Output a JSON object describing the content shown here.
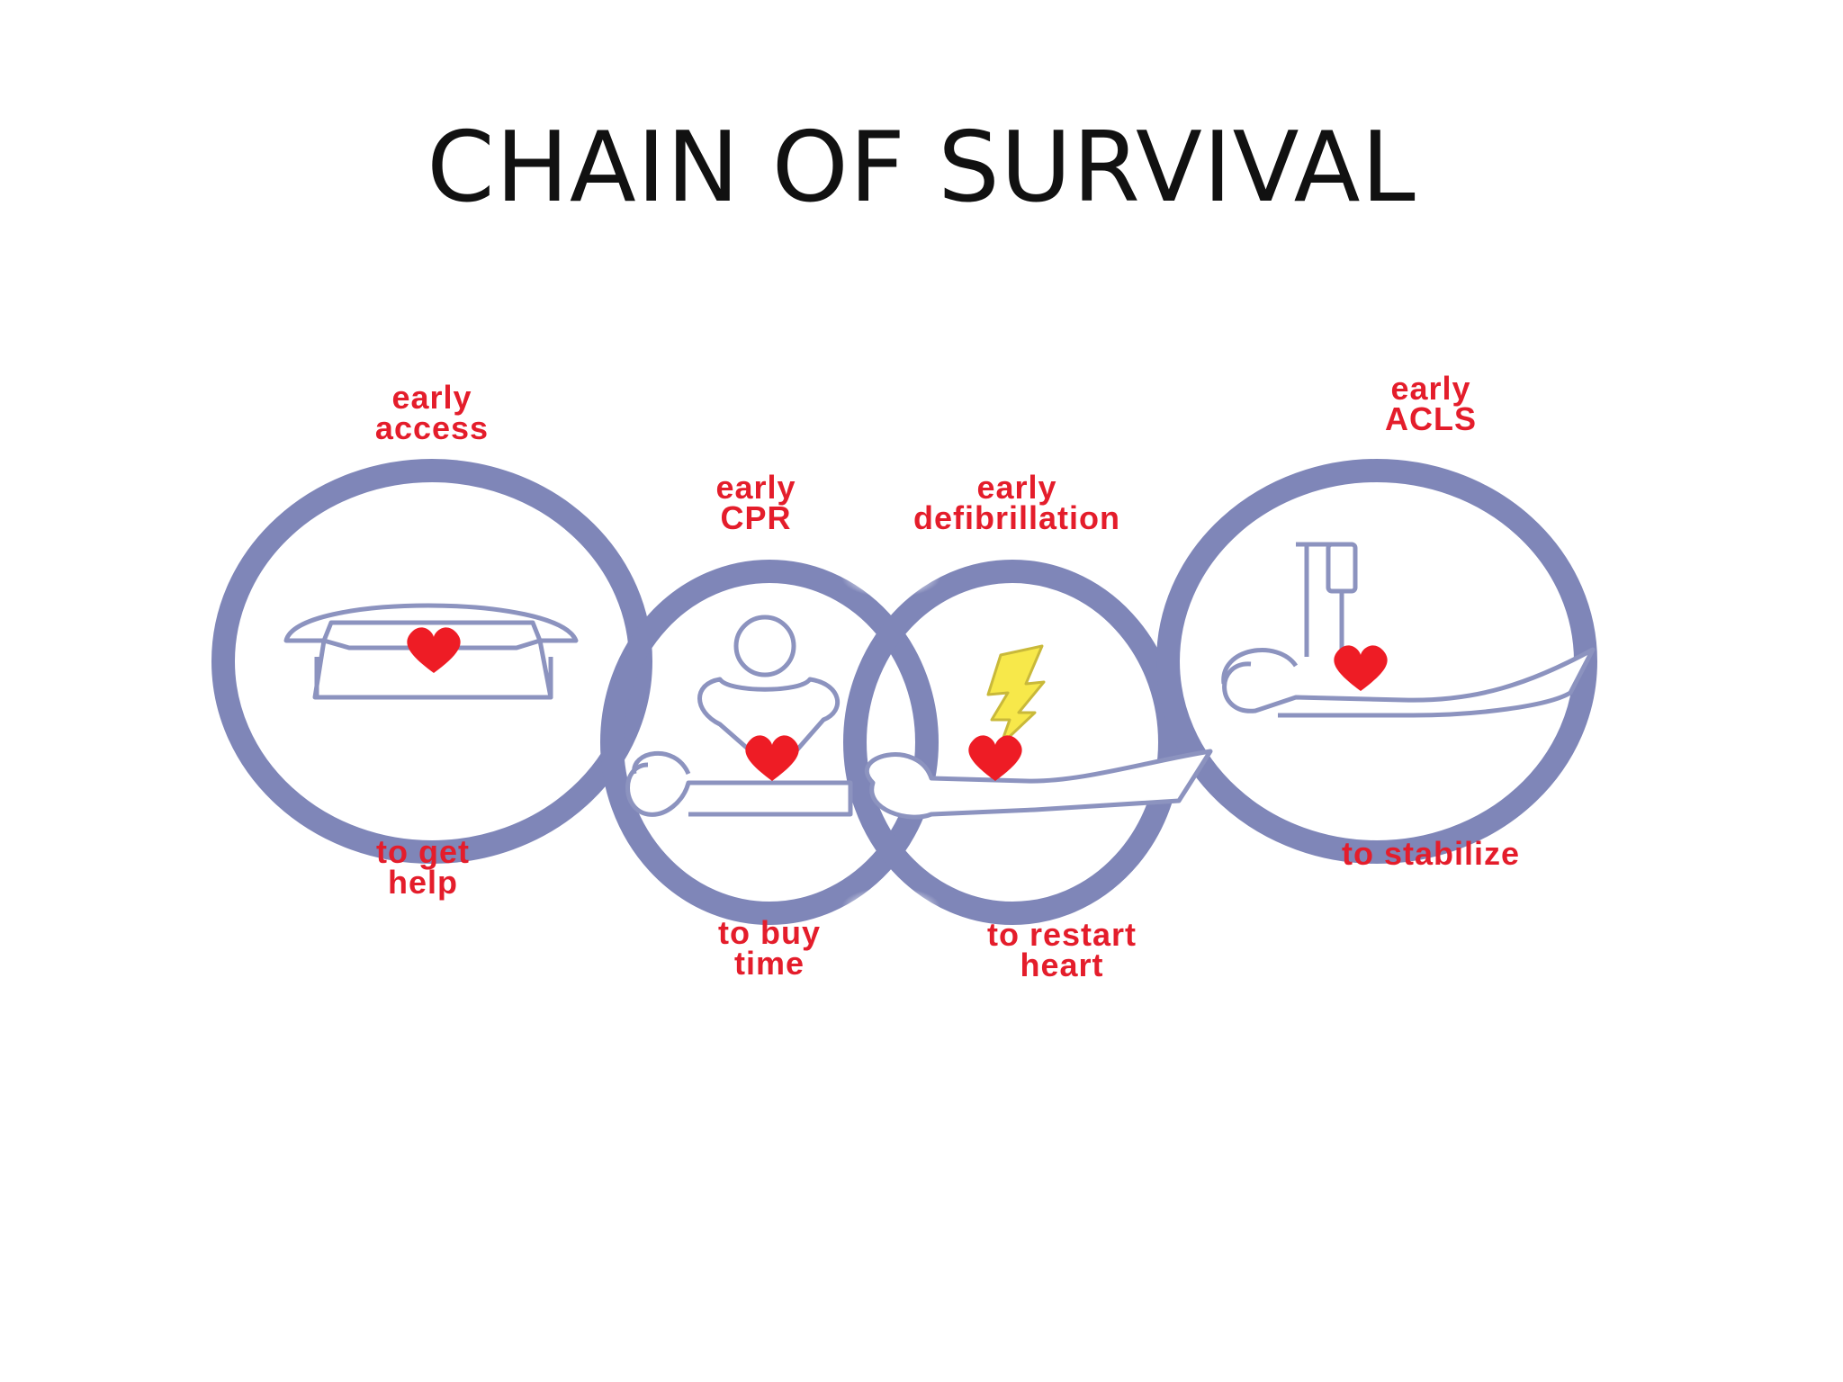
{
  "slide": {
    "title": "CHAIN OF SURVIVAL"
  },
  "colors": {
    "ring": "#7f86b8",
    "ring_light": "#b8bfe0",
    "label": "#e41d2b",
    "heart": "#ee1c25",
    "bolt": "#f7e84a",
    "outline": "#8c93bf"
  },
  "links": [
    {
      "top_label": "early\naccess",
      "bottom_label": "to get\nhelp",
      "icon": "telephone-icon"
    },
    {
      "top_label": "early\nCPR",
      "bottom_label": "to buy\ntime",
      "icon": "cpr-rescuer-icon"
    },
    {
      "top_label": "early\ndefibrillation",
      "bottom_label": "to restart\nheart",
      "icon": "lightning-bolt-icon"
    },
    {
      "top_label": "early\nACLS",
      "bottom_label": "to stabilize",
      "icon": "iv-drip-icon"
    }
  ]
}
